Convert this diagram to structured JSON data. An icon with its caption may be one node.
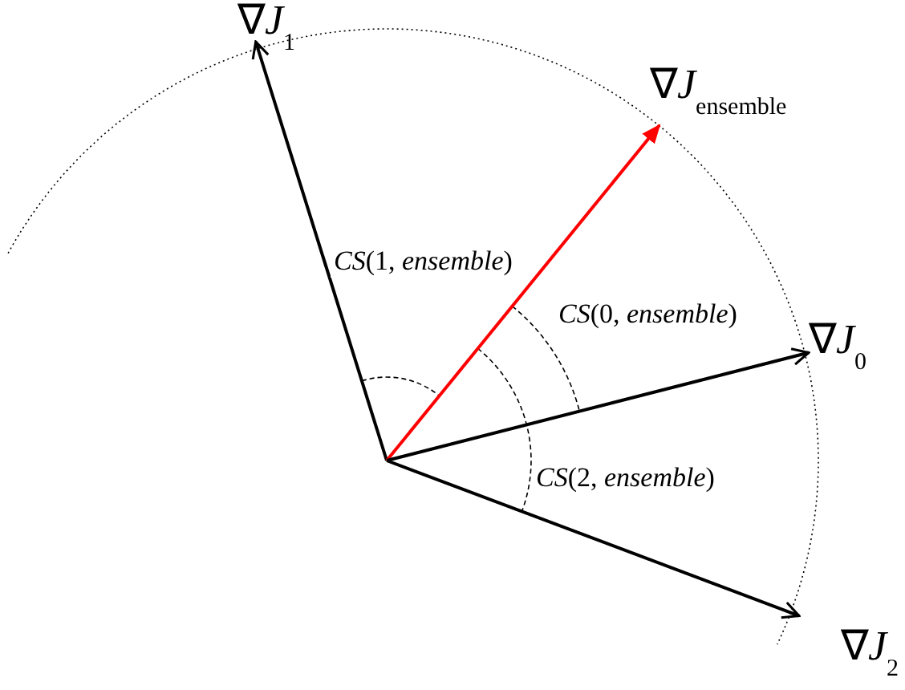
{
  "diagram": {
    "nodes": [
      {
        "text": [
          "∇*J*$_{1}$"
        ]
      },
      {
        "text": [
          "∇*J*$_{ensemble}$"
        ]
      },
      {
        "text": [
          "∇*J*$_{0}$"
        ]
      },
      {
        "text": [
          "∇*J*$_{2}$"
        ]
      }
    ],
    "edges": [
      {
        "from": null,
        "to": 0,
        "arrow": "to"
      },
      {
        "from": null,
        "to": 1,
        "arrow": "to",
        "color": "#ff0000"
      },
      {
        "from": null,
        "to": 2,
        "arrow": "to"
      },
      {
        "from": null,
        "to": 3,
        "arrow": "to"
      }
    ],
    "labels": [
      "*CS*(1, *ensemble*)",
      "*CS*(0, *ensemble*)",
      "*CS*(2, *ensemble*)"
    ]
  }
}
